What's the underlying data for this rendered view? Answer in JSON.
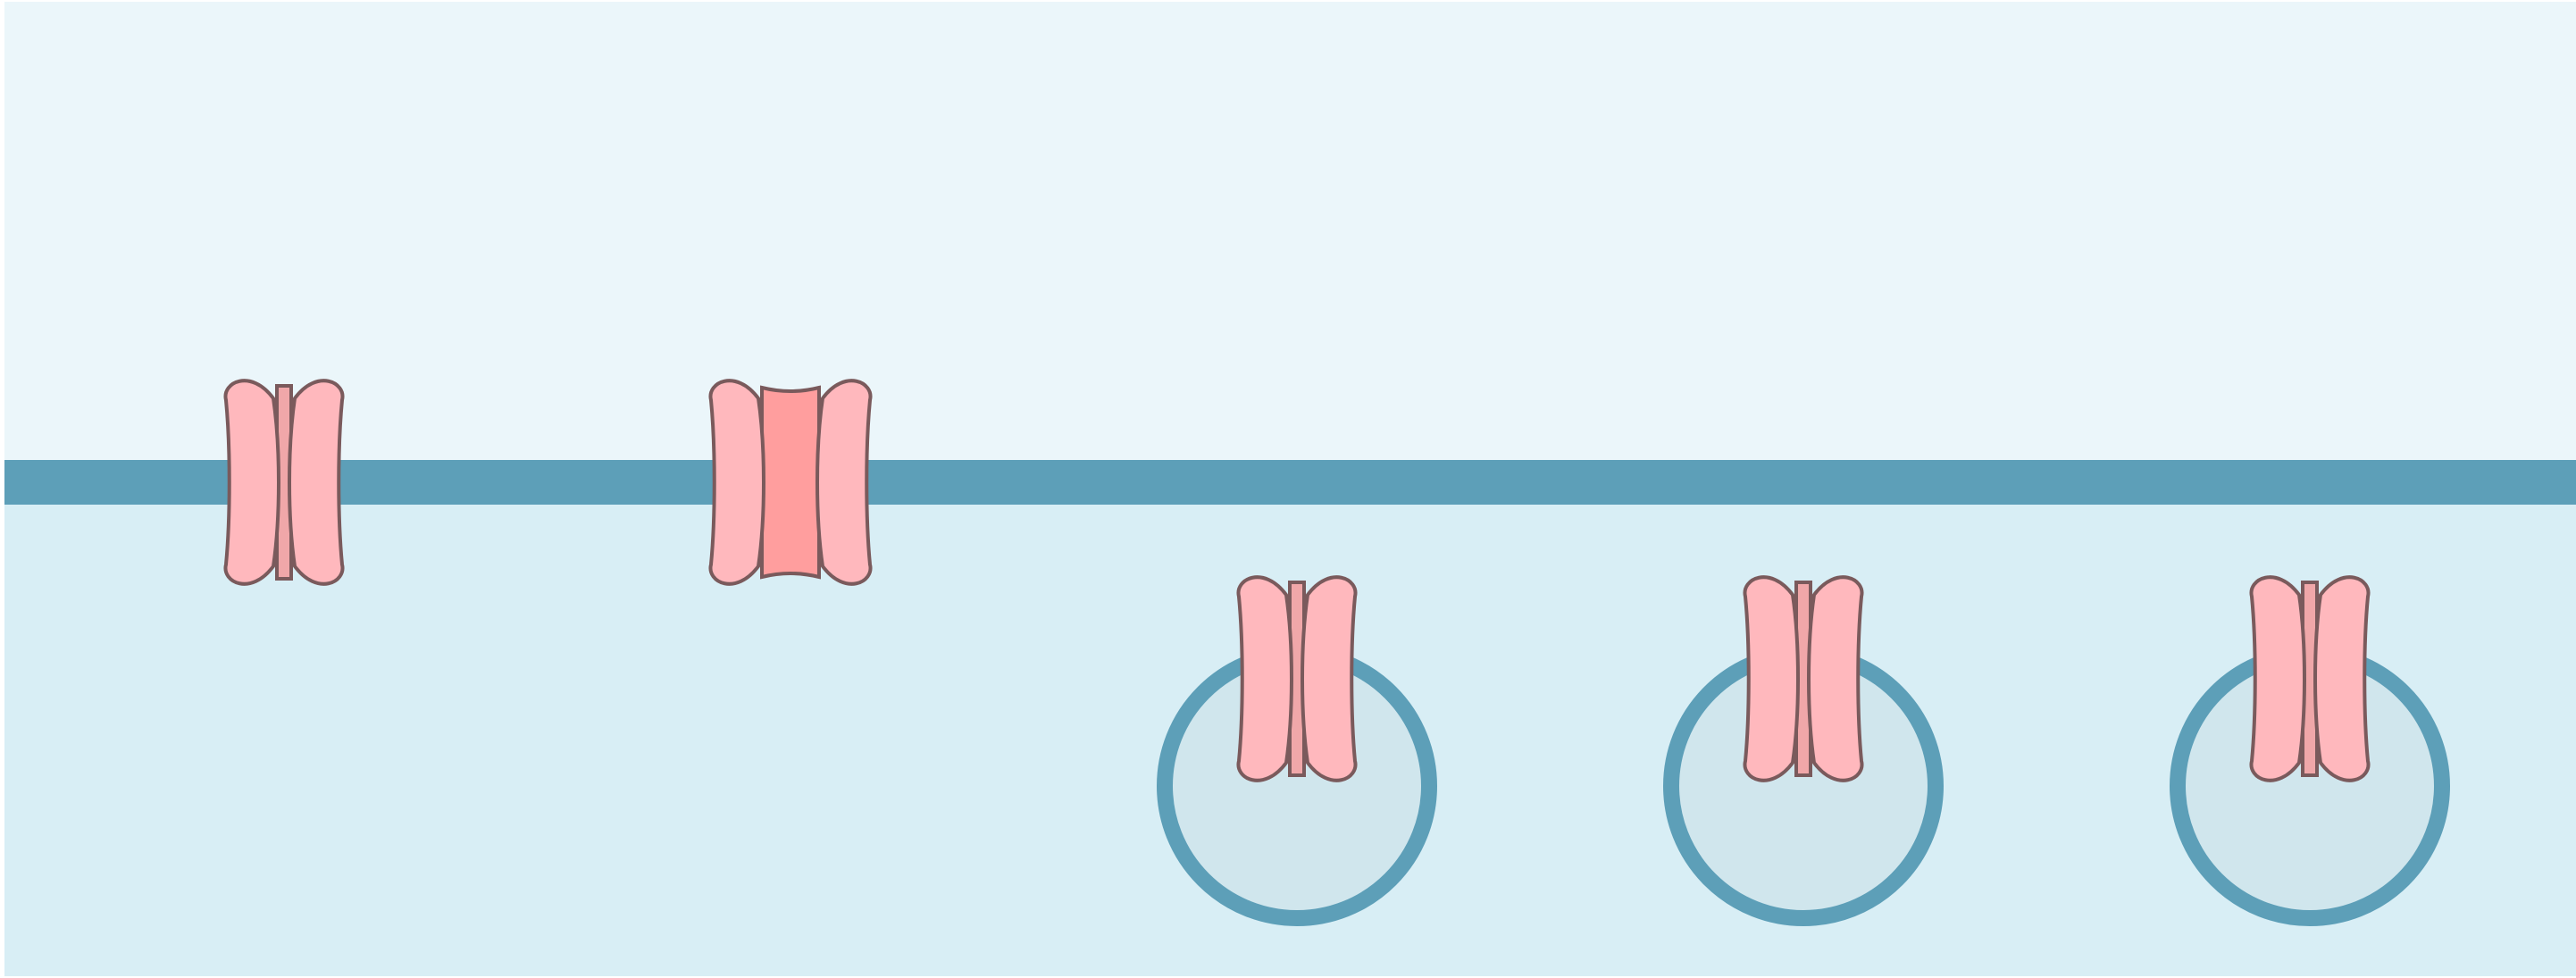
{
  "diagram": {
    "kind": "membrane-channels",
    "colors": {
      "extracellular": "#ebf6fa",
      "intracellular": "#d8eef5",
      "membrane": "#5d9fb8",
      "vesicle_fill": "#d0e6ed",
      "vesicle_stroke": "#5d9fb8",
      "channel_fill": "#ffb8bd",
      "channel_core_open": "#ff9e9e",
      "channel_core_closed": "#f0a7a9",
      "channel_stroke": "#7a5a5c"
    },
    "channels": [
      {
        "id": "channel-membrane-closed",
        "location": "plasma-membrane",
        "state": "closed"
      },
      {
        "id": "channel-membrane-open",
        "location": "plasma-membrane",
        "state": "open"
      },
      {
        "id": "channel-vesicle-1",
        "location": "vesicle",
        "state": "closed"
      },
      {
        "id": "channel-vesicle-2",
        "location": "vesicle",
        "state": "closed"
      },
      {
        "id": "channel-vesicle-3",
        "location": "vesicle",
        "state": "closed"
      }
    ]
  }
}
